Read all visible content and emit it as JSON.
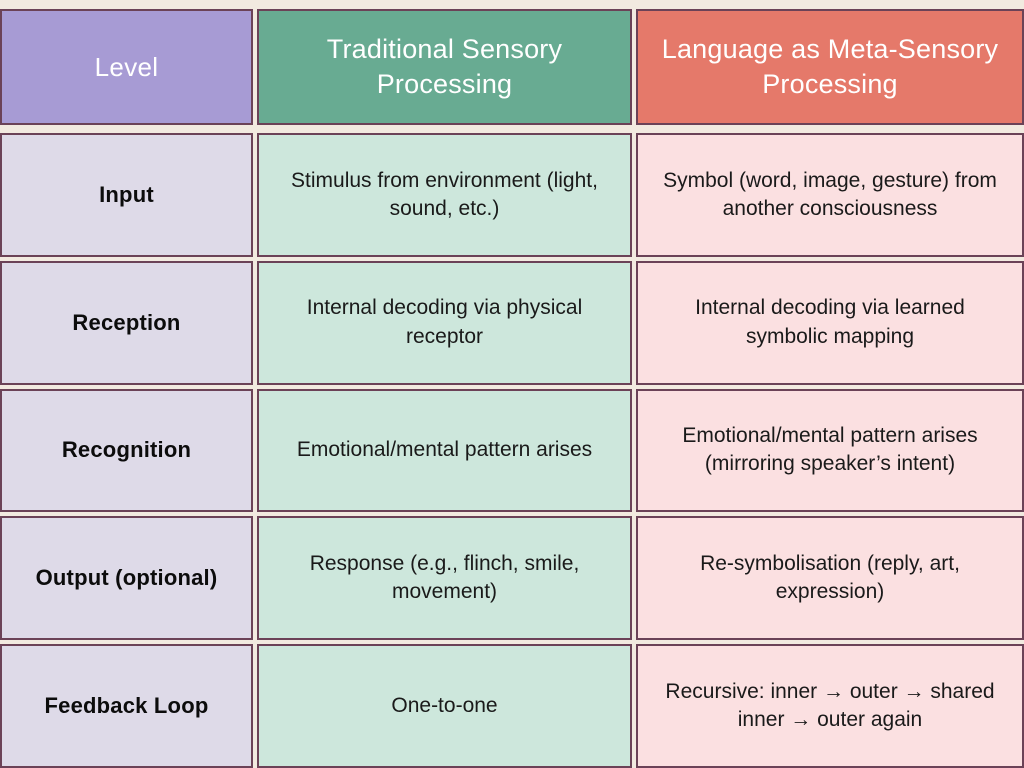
{
  "theme": {
    "background": "#F2EAE0",
    "border": "#6B4257",
    "header_level_bg": "#A79BD4",
    "header_traditional_bg": "#68AB92",
    "header_language_bg": "#E5796A",
    "body_level_bg": "#DEDAE8",
    "body_traditional_bg": "#CDE7DC",
    "body_language_bg": "#FBE0E1",
    "header_text": "#FFFFFF",
    "body_text": "#1A1A1A"
  },
  "table": {
    "headers": [
      "Level",
      "Traditional Sensory Processing",
      "Language as Meta-Sensory Processing"
    ],
    "rows": [
      {
        "level": "Input",
        "traditional": "Stimulus from environment (light, sound, etc.)",
        "language": "Symbol (word, image, gesture) from another consciousness"
      },
      {
        "level": "Reception",
        "traditional": "Internal decoding via physical receptor",
        "language": "Internal decoding via learned symbolic mapping"
      },
      {
        "level": "Recognition",
        "traditional": "Emotional/mental pattern arises",
        "language": "Emotional/mental pattern arises (mirroring speaker’s intent)"
      },
      {
        "level": "Output (optional)",
        "traditional": "Response (e.g., flinch, smile, movement)",
        "language": "Re-symbolisation (reply, art, expression)"
      },
      {
        "level": "Feedback Loop",
        "traditional": "One-to-one",
        "language": "Recursive: inner → outer → shared inner → outer again"
      }
    ]
  }
}
